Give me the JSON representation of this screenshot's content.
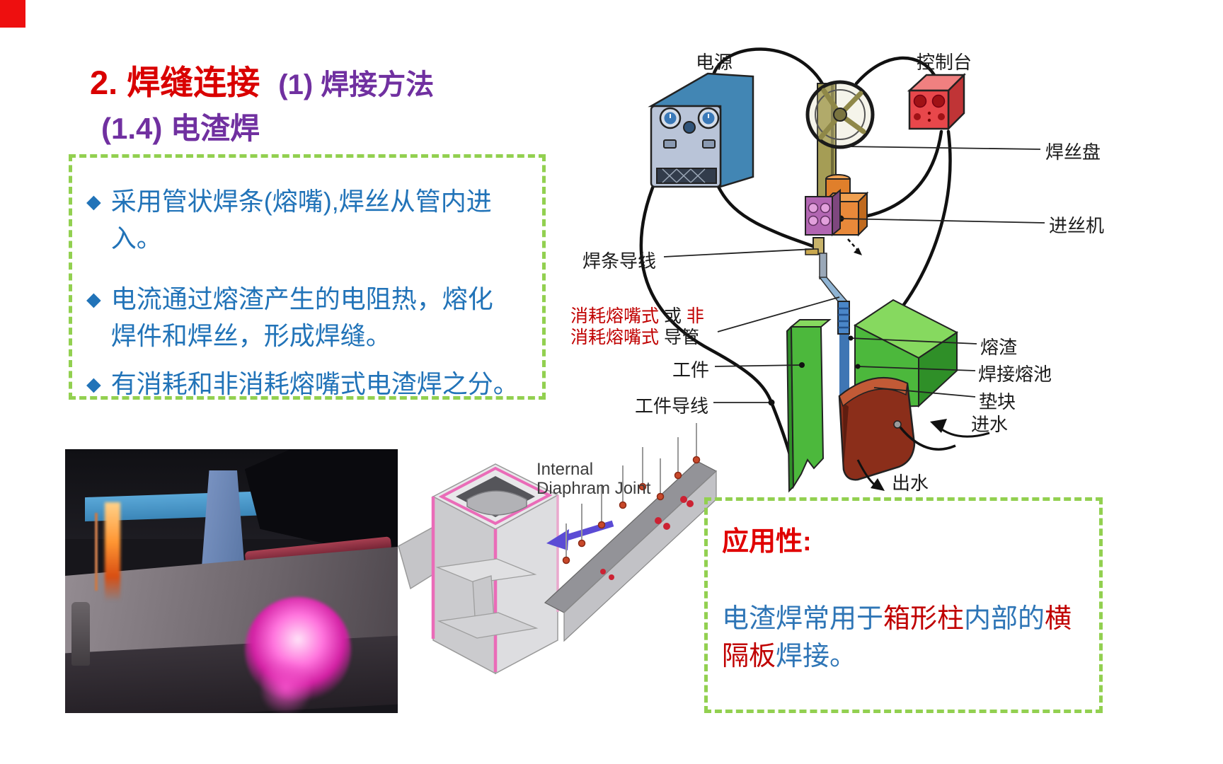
{
  "slide": {
    "title": {
      "main": "2. 焊缝连接",
      "method": "(1) 焊接方法",
      "subtitle": "(1.4) 电渣焊"
    },
    "key_points": {
      "bullet_glyph": "◆",
      "items": [
        "采用管状焊条(熔嘴),焊丝从管内进入。",
        "电流通过熔渣产生的电阻热，熔化焊件和焊丝，形成焊缝。",
        "有消耗和非消耗熔嘴式电渣焊之分。"
      ]
    },
    "diagram": {
      "labels": {
        "power": "电源",
        "console": "控制台",
        "wire_reel": "焊丝盘",
        "wire_feeder": "进丝机",
        "electrode_lead": "焊条导线",
        "workpiece": "工件",
        "workpiece_lead": "工件导线",
        "slag": "熔渣",
        "weld_pool": "焊接熔池",
        "backing_block": "垫块",
        "water_in": "进水",
        "water_out": "出水",
        "nozzle_l1_red": "消耗熔嘴式",
        "nozzle_l1_black": " 或 ",
        "nozzle_l1_red2": "非",
        "nozzle_l2_red": "消耗熔嘴式",
        "nozzle_l2_black": " 导管"
      }
    },
    "joint_illustration": {
      "caption_line1": "Internal",
      "caption_line2": "Diaphram Joint"
    },
    "application": {
      "heading": "应用性:",
      "segments": [
        {
          "text": "电渣焊常用于",
          "color": "blue"
        },
        {
          "text": "箱形柱",
          "color": "red"
        },
        {
          "text": "内部的",
          "color": "blue"
        },
        {
          "text": "横",
          "color": "red"
        },
        {
          "text": "隔板",
          "color": "red"
        },
        {
          "text": "焊接。",
          "color": "blue"
        }
      ]
    },
    "colors": {
      "title_red": "#d90000",
      "purple": "#7030a0",
      "body_blue": "#2173b8",
      "box_green": "#92d050",
      "label_red": "#c00000",
      "app_red": "#e00000"
    }
  }
}
